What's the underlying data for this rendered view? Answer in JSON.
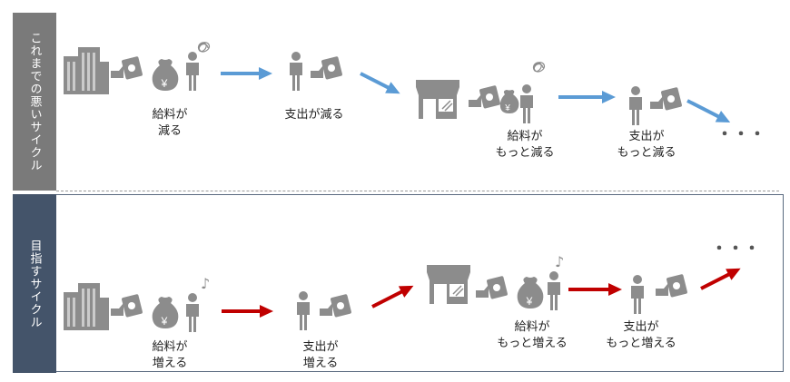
{
  "sections": {
    "bad_cycle_title": "これまでの悪いサイクル",
    "target_cycle_title": "目指すサイクル"
  },
  "bad_cycle": {
    "step1": [
      "給料が",
      "減る"
    ],
    "step2": "支出が減る",
    "step3": [
      "給料が",
      "もっと減る"
    ],
    "step4": [
      "支出が",
      "もっと減る"
    ],
    "ellipsis": "・・・"
  },
  "target_cycle": {
    "step1": [
      "給料が",
      "増える"
    ],
    "step2": [
      "支出が",
      "増える"
    ],
    "step3": [
      "給料が",
      "もっと増える"
    ],
    "step4": [
      "支出が",
      "もっと増える"
    ],
    "ellipsis": "・・・"
  },
  "icons": {
    "yen_bag_symbol": "¥",
    "music_note": "♪"
  },
  "colors": {
    "bad_arrow": "#5b9bd5",
    "good_arrow": "#c00000",
    "icon_gray": "#8c8c8c",
    "bad_sidebar": "#7a7a7a",
    "good_sidebar": "#44546a"
  }
}
